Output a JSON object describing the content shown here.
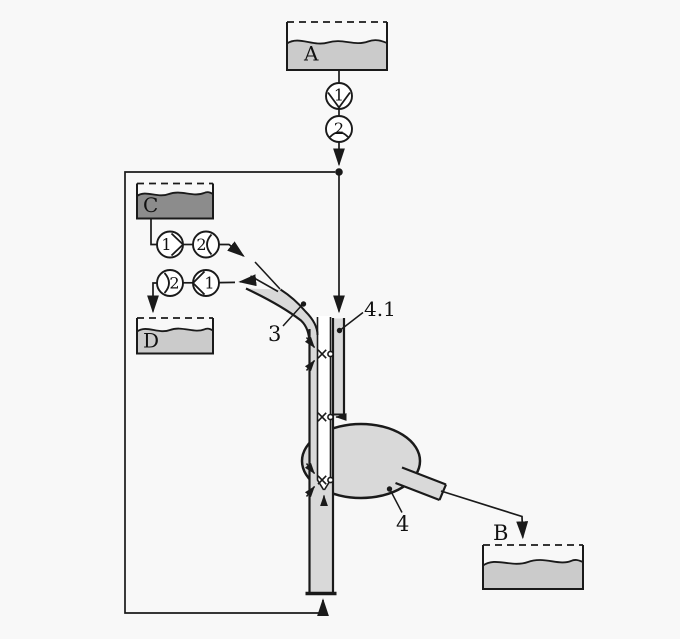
{
  "colors": {
    "background": "#f8f8f8",
    "line": "#1a1a1a",
    "equipment_fill": "#d9d9d9",
    "liquid_light": "#cbcbcb",
    "liquid_dark": "#8c8c8c"
  },
  "tanks": {
    "a": {
      "label": "A"
    },
    "b": {
      "label": "B"
    },
    "c": {
      "label": "C"
    },
    "d": {
      "label": "D"
    }
  },
  "pumps": {
    "feed_1": "1",
    "feed_2": "2",
    "c_1": "1",
    "c_2": "2",
    "d_2": "2",
    "d_1": "1"
  },
  "part_labels": {
    "lance": "3",
    "vessel": "4",
    "guide_tube": "4.1"
  }
}
